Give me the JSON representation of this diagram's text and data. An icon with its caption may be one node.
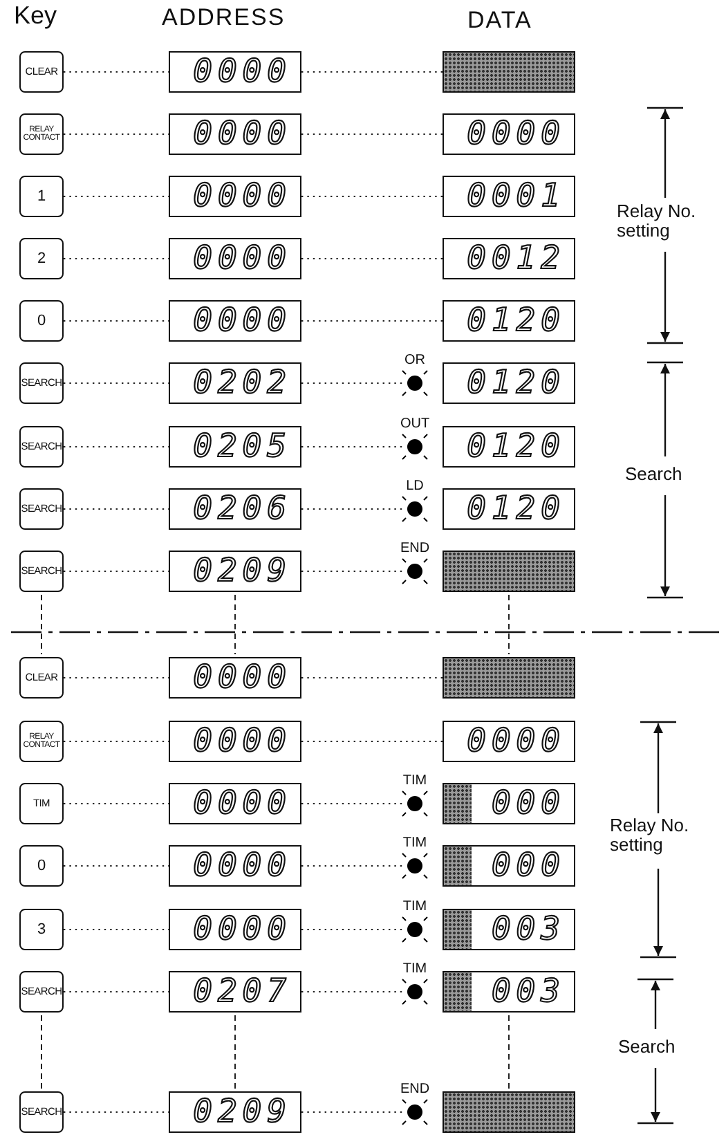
{
  "diagram": {
    "nodes": [
      {
        "text": [
          "CLEAR"
        ]
      },
      {
        "text": [
          "0000"
        ]
      },
      {
        "text": [],
        "shape": "box"
      },
      {
        "text": [
          "RELAY CONTACT"
        ]
      },
      {
        "text": [
          "0000"
        ]
      },
      {
        "text": [
          "0000"
        ]
      },
      {
        "text": [
          "1"
        ]
      },
      {
        "text": [
          "0000"
        ]
      },
      {
        "text": [
          "0001"
        ]
      },
      {
        "text": [
          "2"
        ]
      },
      {
        "text": [
          "0000"
        ]
      },
      {
        "text": [
          "0012"
        ]
      },
      {
        "text": [
          "0"
        ]
      },
      {
        "text": [
          "0000"
        ]
      },
      {
        "text": [
          "0120"
        ]
      },
      {
        "text": [
          "SEARCH"
        ]
      },
      {
        "text": [
          "0202"
        ]
      },
      {
        "text": [],
        "shape": "circle",
        "beside": [
          "OR"
        ]
      },
      {
        "text": [
          "0120"
        ]
      },
      {
        "text": [
          "SEARCH"
        ]
      },
      {
        "text": [
          "0205"
        ]
      },
      {
        "text": [],
        "shape": "circle",
        "beside": [
          "OUT"
        ]
      },
      {
        "text": [
          "0120"
        ]
      },
      {
        "text": [
          "SEARCH"
        ]
      },
      {
        "text": [
          "0206"
        ]
      },
      {
        "text": [],
        "shape": "circle",
        "beside": [
          "LD"
        ]
      },
      {
        "text": [
          "0120"
        ]
      },
      {
        "text": [
          "SEARCH"
        ]
      },
      {
        "text": [
          "0209"
        ]
      },
      {
        "text": [],
        "shape": "circle",
        "beside": [
          "END"
        ]
      },
      {
        "text": [],
        "shape": "box"
      },
      {
        "text": [
          "CLEAR"
        ]
      },
      {
        "text": [
          "0000"
        ]
      },
      {
        "text": [],
        "shape": "box"
      },
      {
        "text": [
          "RELAY CONTACT"
        ]
      },
      {
        "text": [
          "0000"
        ]
      },
      {
        "text": [
          "0000"
        ]
      },
      {
        "text": [
          "TIM"
        ]
      },
      {
        "text": [
          "0000"
        ]
      },
      {
        "text": [],
        "shape": "circle",
        "beside": [
          "TIM"
        ]
      },
      {
        "text": [
          "000"
        ]
      },
      {
        "text": [
          "0"
        ]
      },
      {
        "text": [
          "0000"
        ]
      },
      {
        "text": [],
        "shape": "circle",
        "beside": [
          "TIM"
        ]
      },
      {
        "text": [
          "000"
        ]
      },
      {
        "text": [
          "3"
        ]
      },
      {
        "text": [
          "0000"
        ]
      },
      {
        "text": [],
        "shape": "circle",
        "beside": [
          "TIM"
        ]
      },
      {
        "text": [
          "003"
        ]
      },
      {
        "text": [
          "SEARCH"
        ]
      },
      {
        "text": [
          "0207"
        ]
      },
      {
        "text": [],
        "shape": "circle",
        "beside": [
          "TIM"
        ]
      },
      {
        "text": [
          "003"
        ]
      },
      {
        "text": [
          "SEARCH"
        ]
      },
      {
        "text": [
          "0209"
        ]
      },
      {
        "text": [],
        "shape": "circle",
        "beside": [
          "END"
        ]
      },
      {
        "text": [],
        "shape": "box"
      }
    ],
    "edges": [
      {
        "from": 0,
        "to": 1,
        "arrow": "none"
      },
      {
        "from": 1,
        "to": 2,
        "arrow": "none"
      },
      {
        "from": 3,
        "to": 4,
        "arrow": "none"
      },
      {
        "from": 4,
        "to": 5,
        "arrow": "none"
      },
      {
        "from": 6,
        "to": 7,
        "arrow": "none"
      },
      {
        "from": 7,
        "to": 8,
        "arrow": "none"
      },
      {
        "from": 9,
        "to": 10,
        "arrow": "none"
      },
      {
        "from": 10,
        "to": 11,
        "arrow": "none"
      },
      {
        "from": 12,
        "to": 13,
        "arrow": "none"
      },
      {
        "from": 13,
        "to": 14,
        "arrow": "none"
      },
      {
        "from": 15,
        "to": 16,
        "arrow": "none"
      },
      {
        "from": 16,
        "to": 17,
        "arrow": "none"
      },
      {
        "from": 19,
        "to": 20,
        "arrow": "none"
      },
      {
        "from": 20,
        "to": 21,
        "arrow": "none"
      },
      {
        "from": 23,
        "to": 24,
        "arrow": "none"
      },
      {
        "from": 24,
        "to": 25,
        "arrow": "none"
      },
      {
        "from": 27,
        "to": 28,
        "arrow": "none"
      },
      {
        "from": 28,
        "to": 29,
        "arrow": "none"
      },
      {
        "from": 27,
        "to": 31,
        "arrow": "none",
        "style": "dashed"
      },
      {
        "from": 28,
        "to": 32,
        "arrow": "none",
        "style": "dashed"
      },
      {
        "from": 30,
        "to": 33,
        "arrow": "none",
        "style": "dashed"
      },
      {
        "from": 31,
        "to": 32,
        "arrow": "none"
      },
      {
        "from": 32,
        "to": 33,
        "arrow": "none"
      },
      {
        "from": 34,
        "to": 35,
        "arrow": "none"
      },
      {
        "from": 35,
        "to": 36,
        "arrow": "none"
      },
      {
        "from": 37,
        "to": 38,
        "arrow": "none"
      },
      {
        "from": 38,
        "to": 39,
        "arrow": "none"
      },
      {
        "from": 41,
        "to": 42,
        "arrow": "none"
      },
      {
        "from": 42,
        "to": 43,
        "arrow": "none"
      },
      {
        "from": 45,
        "to": 46,
        "arrow": "none"
      },
      {
        "from": 46,
        "to": 47,
        "arrow": "none"
      },
      {
        "from": 49,
        "to": 50,
        "arrow": "none"
      },
      {
        "from": 50,
        "to": 51,
        "arrow": "none"
      },
      {
        "from": 49,
        "to": 53,
        "arrow": "none",
        "style": "dashed"
      },
      {
        "from": 50,
        "to": 54,
        "arrow": "none",
        "style": "dashed"
      },
      {
        "from": 52,
        "to": 56,
        "arrow": "none",
        "style": "dashed"
      },
      {
        "from": 53,
        "to": 54,
        "arrow": "none"
      },
      {
        "from": 54,
        "to": 55,
        "arrow": "none"
      }
    ],
    "labels": [
      "Key",
      "ADDRESS",
      "DATA",
      "Relay No. setting",
      "Search",
      "Relay No. setting",
      "Search"
    ]
  }
}
